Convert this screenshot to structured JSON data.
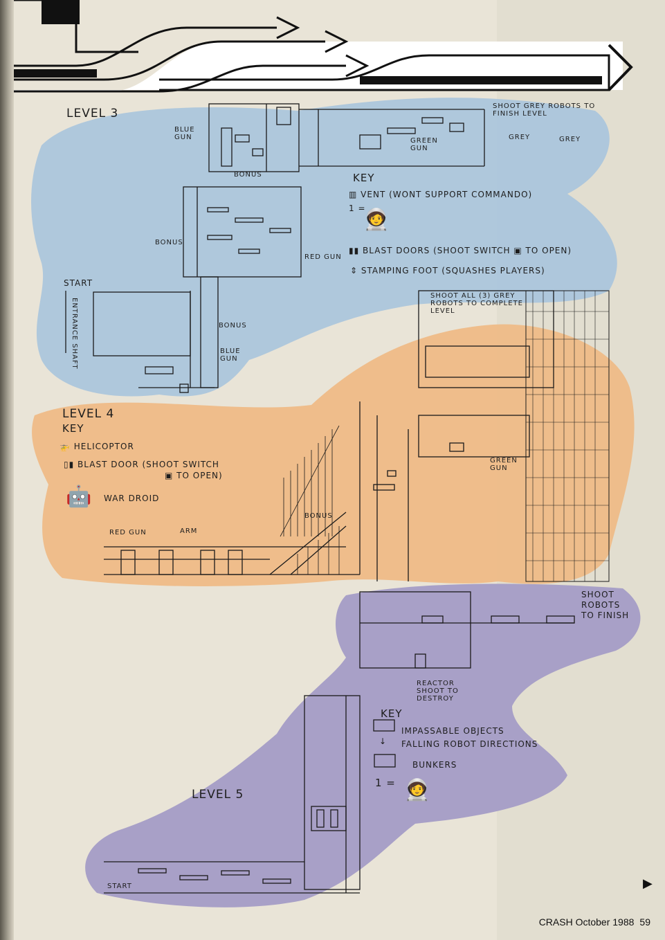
{
  "level3": {
    "title": "LEVEL 3",
    "labels": {
      "blue_gun": "BLUE GUN",
      "bonus1": "BONUS",
      "bonus2": "BONUS",
      "bonus3": "BONUS",
      "red_gun": "RED GUN",
      "green_gun": "GREEN GUN",
      "grey1": "GREY",
      "grey2": "GREY",
      "blue_gun2": "BLUE GUN",
      "start": "START",
      "entrance": "ENTRANCE SHAFT",
      "objective": "SHOOT GREY ROBOTS TO FINISH LEVEL"
    },
    "key": {
      "title": "KEY",
      "vent": "VENT (WONT SUPPORT COMMANDO)",
      "one": "1 =",
      "blast": "BLAST DOORS (SHOOT SWITCH",
      "blast2": "TO OPEN)",
      "foot": "STAMPING FOOT (SQUASHES PLAYERS)"
    }
  },
  "level4": {
    "title": "LEVEL 4",
    "key": {
      "title": "KEY",
      "heli": "HELICOPTOR",
      "blast": "BLAST DOOR (SHOOT SWITCH",
      "blast2": "TO OPEN)",
      "droid": "WAR DROID"
    },
    "labels": {
      "red_gun": "RED GUN",
      "arm": "ARM",
      "bonus": "BONUS",
      "green_gun": "GREEN GUN",
      "objective": "SHOOT ALL (3) GREY ROBOTS TO COMPLETE LEVEL"
    }
  },
  "level5": {
    "title": "LEVEL 5",
    "labels": {
      "start": "START",
      "reactor": "REACTOR SHOOT TO DESTROY",
      "objective": "SHOOT ROBOTS TO FINISH"
    },
    "key": {
      "title": "KEY",
      "impassable": "IMPASSABLE OBJECTS",
      "falling": "FALLING ROBOT DIRECTIONS",
      "bunkers": "BUNKERS",
      "one": "1 ="
    }
  },
  "footer": {
    "magazine": "CRASH October 1988",
    "page": "59"
  },
  "colors": {
    "paper": "#e9e4d7",
    "level3_wash": "#a8c4dd",
    "level4_wash": "#efba84",
    "level5_wash": "#a49cc6",
    "ink": "#1d1d1d"
  }
}
